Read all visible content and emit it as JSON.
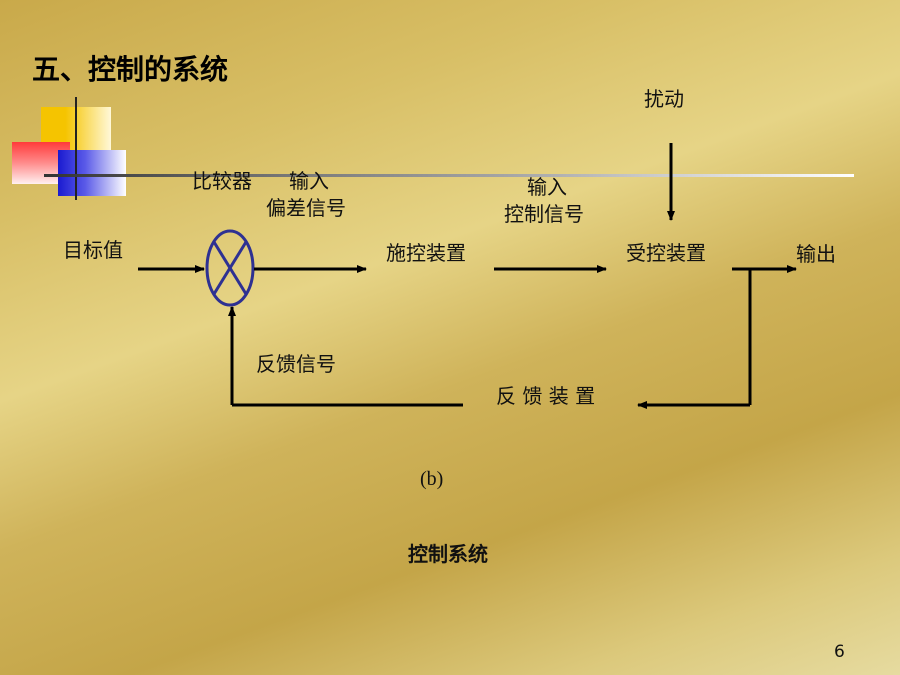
{
  "slide": {
    "title": "五、控制的系统",
    "page_number": "6"
  },
  "diagram": {
    "labels": {
      "comparator": "比较器",
      "input_1": "输入",
      "deviation_signal": "偏差信号",
      "setpoint": "目标值",
      "actuator": "施控装置",
      "input_2": "输入",
      "control_signal": "控制信号",
      "plant": "受控装置",
      "disturbance": "扰动",
      "output": "输出",
      "feedback_signal": "反馈信号",
      "feedback_device": "反 馈 装 置"
    },
    "sub_caption": "(b)",
    "caption": "控制系统"
  }
}
